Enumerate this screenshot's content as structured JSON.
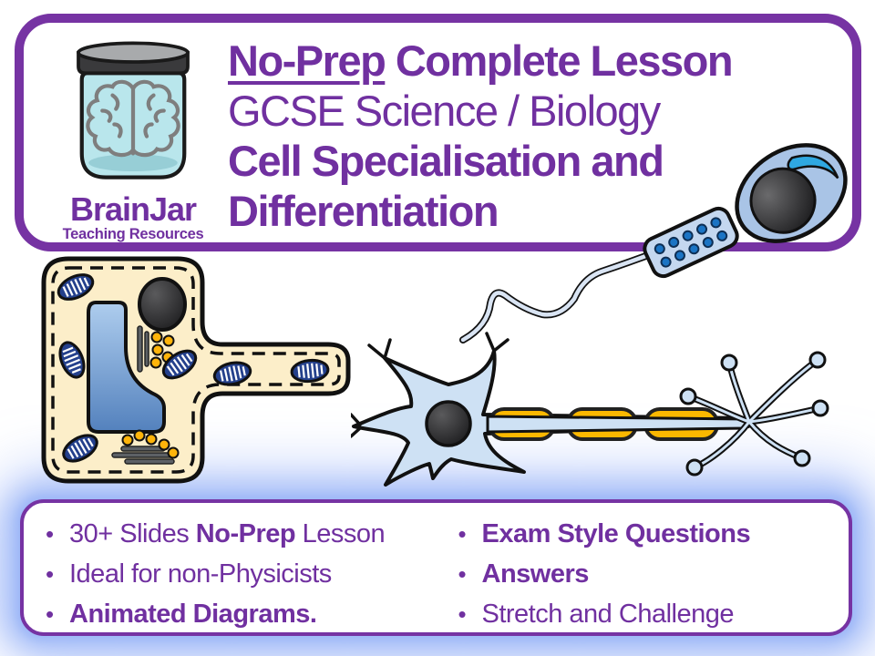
{
  "logo": {
    "name": "BrainJar",
    "tagline": "Teaching Resources",
    "icon": "brain-in-jar-icon"
  },
  "header": {
    "line1_underlined": "No-Prep",
    "line1_rest": " Complete Lesson",
    "line2": "GCSE Science / Biology",
    "line3": "Cell Specialisation and",
    "line4": "Differentiation"
  },
  "illustrations": {
    "left": "specialised-cell-diagram",
    "top_right": "sperm-cell-diagram",
    "center_right": "nerve-cell-diagram"
  },
  "features": {
    "left": [
      {
        "pre": "30+ Slides ",
        "bold": "No-Prep",
        "post": " Lesson"
      },
      {
        "pre": "Ideal for non-Physicists",
        "bold": "",
        "post": ""
      },
      {
        "pre": "",
        "bold": "Animated Diagrams.",
        "post": ""
      }
    ],
    "right": [
      {
        "pre": "",
        "bold": "Exam Style Questions",
        "post": ""
      },
      {
        "pre": "",
        "bold": "Answers",
        "post": ""
      },
      {
        "pre": "Stretch and Challenge",
        "bold": "",
        "post": ""
      }
    ]
  },
  "bullet_char": "•",
  "colors": {
    "brand_purple": "#7030A0",
    "border_purple": "#7633A3",
    "glow_blue": "#A9C0F8",
    "myelin_orange": "#FBB800",
    "jar_teal": "#B9E6EC",
    "acrosome_cyan": "#2FA8E1"
  }
}
